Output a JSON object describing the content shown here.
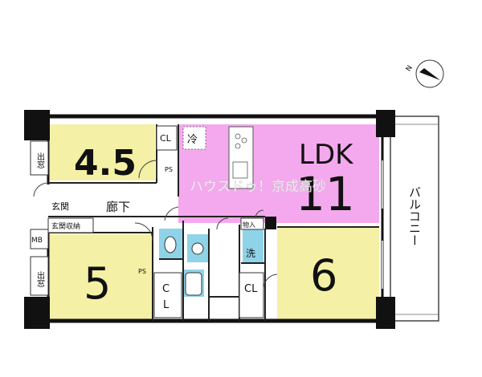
{
  "rooms": {
    "room_4_5": "4.5",
    "ldk": "LDK",
    "ldk_size": "11",
    "room_5": "5",
    "room_6": "6"
  },
  "labels": {
    "demado_top": "出窓",
    "demado_bottom": "出窓",
    "cl_top": "CL",
    "cl_mid": "C\nL",
    "cl_right": "CL",
    "rei": "冷",
    "ps_top": "PS",
    "ps_bottom": "PS",
    "genkan": "玄関",
    "genkan_shuno": "玄関収納",
    "roka": "廊下",
    "mb": "MB",
    "monoire": "物入",
    "sen": "洗",
    "balcony": "バルコニー"
  },
  "watermark": "ハウスドゥ！京成高砂",
  "compass_label": "N",
  "colors": {
    "room_yellow": "#f4f0a6",
    "ldk_pink": "#f4a9ee",
    "bath_blue": "#8fd3e8",
    "wall": "#111111",
    "line": "#333333"
  }
}
